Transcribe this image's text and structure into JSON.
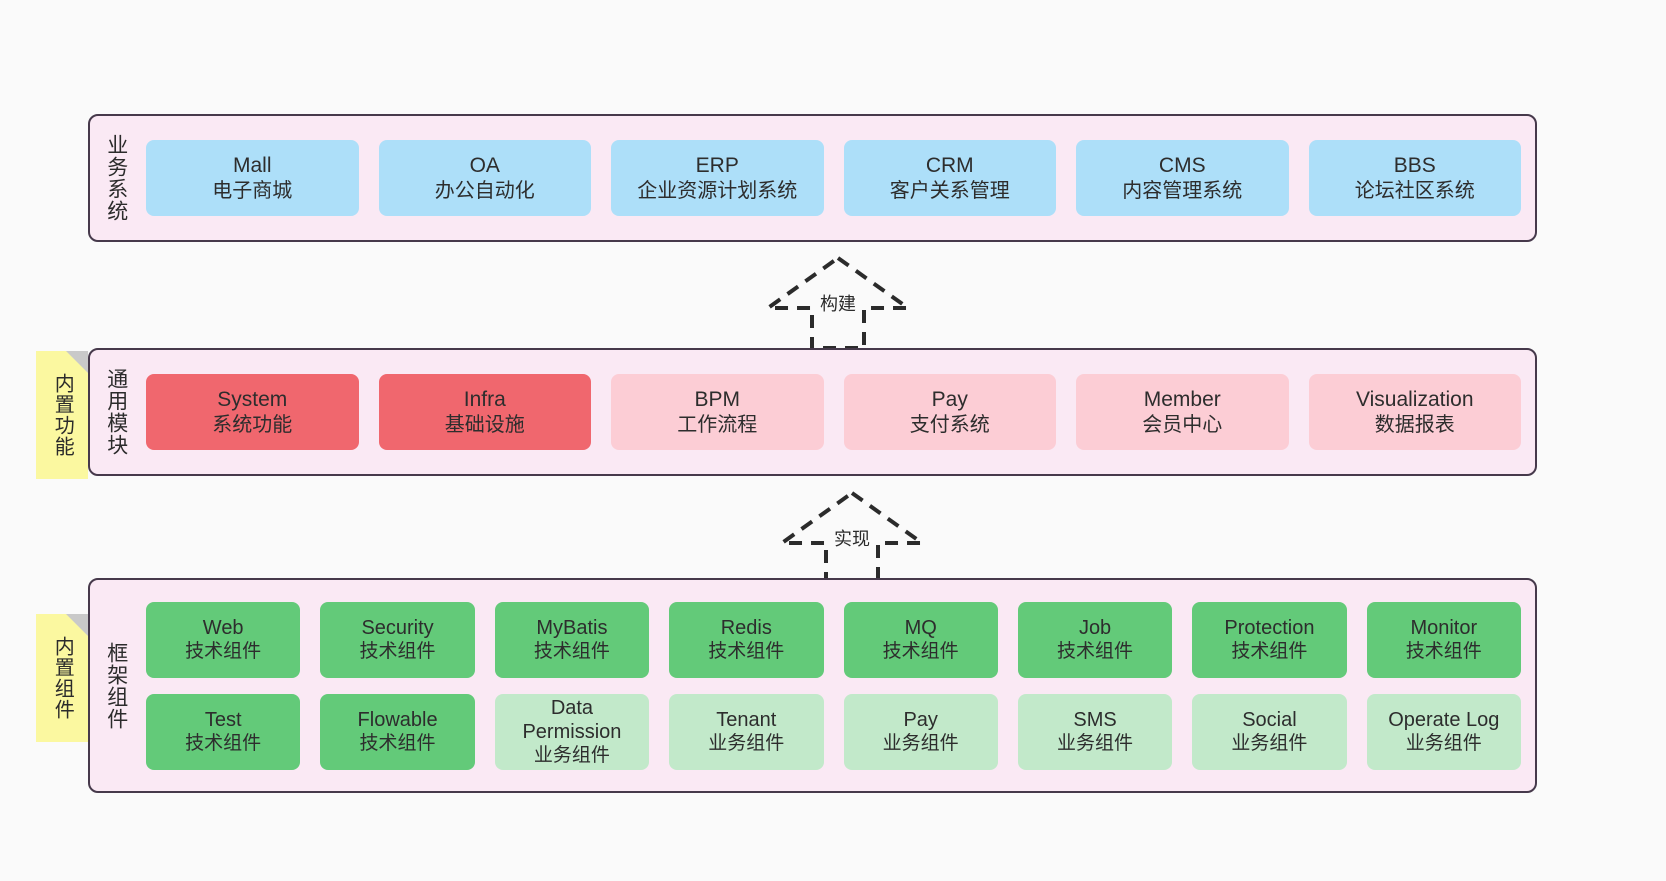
{
  "canvas": {
    "background": "#fafafa",
    "layer_fill": "#fae9f4",
    "layer_border": "#46394b",
    "note_fill": "#fbf8a0",
    "note_fold": "#c9c9c9"
  },
  "layers": [
    {
      "id": "business",
      "title": "业务系统",
      "note": null,
      "rows": [
        {
          "cells": [
            {
              "en": "Mall",
              "cn": "电子商城",
              "color": "#addff9"
            },
            {
              "en": "OA",
              "cn": "办公自动化",
              "color": "#addff9"
            },
            {
              "en": "ERP",
              "cn": "企业资源计划系统",
              "color": "#addff9"
            },
            {
              "en": "CRM",
              "cn": "客户关系管理",
              "color": "#addff9"
            },
            {
              "en": "CMS",
              "cn": "内容管理系统",
              "color": "#addff9"
            },
            {
              "en": "BBS",
              "cn": "论坛社区系统",
              "color": "#addff9"
            }
          ]
        }
      ]
    },
    {
      "id": "modules",
      "title": "通用模块",
      "note": "内置功能",
      "rows": [
        {
          "cells": [
            {
              "en": "System",
              "cn": "系统功能",
              "color": "#f0676e"
            },
            {
              "en": "Infra",
              "cn": "基础设施",
              "color": "#f0676e"
            },
            {
              "en": "BPM",
              "cn": "工作流程",
              "color": "#fccdd5"
            },
            {
              "en": "Pay",
              "cn": "支付系统",
              "color": "#fccdd5"
            },
            {
              "en": "Member",
              "cn": "会员中心",
              "color": "#fccdd5"
            },
            {
              "en": "Visualization",
              "cn": "数据报表",
              "color": "#fccdd5"
            }
          ]
        }
      ]
    },
    {
      "id": "framework",
      "title": "框架组件",
      "note": "内置组件",
      "rows": [
        {
          "cells": [
            {
              "en": "Web",
              "cn": "技术组件",
              "color": "#63ca79"
            },
            {
              "en": "Security",
              "cn": "技术组件",
              "color": "#63ca79"
            },
            {
              "en": "MyBatis",
              "cn": "技术组件",
              "color": "#63ca79"
            },
            {
              "en": "Redis",
              "cn": "技术组件",
              "color": "#63ca79"
            },
            {
              "en": "MQ",
              "cn": "技术组件",
              "color": "#63ca79"
            },
            {
              "en": "Job",
              "cn": "技术组件",
              "color": "#63ca79"
            },
            {
              "en": "Protection",
              "cn": "技术组件",
              "color": "#63ca79"
            },
            {
              "en": "Monitor",
              "cn": "技术组件",
              "color": "#63ca79"
            }
          ]
        },
        {
          "cells": [
            {
              "en": "Test",
              "cn": "技术组件",
              "color": "#63ca79"
            },
            {
              "en": "Flowable",
              "cn": "技术组件",
              "color": "#63ca79"
            },
            {
              "en": "Data Permission",
              "cn": "业务组件",
              "color": "#c2e9ca"
            },
            {
              "en": "Tenant",
              "cn": "业务组件",
              "color": "#c2e9ca"
            },
            {
              "en": "Pay",
              "cn": "业务组件",
              "color": "#c2e9ca"
            },
            {
              "en": "SMS",
              "cn": "业务组件",
              "color": "#c2e9ca"
            },
            {
              "en": "Social",
              "cn": "业务组件",
              "color": "#c2e9ca"
            },
            {
              "en": "Operate Log",
              "cn": "业务组件",
              "color": "#c2e9ca"
            }
          ]
        }
      ]
    }
  ],
  "connectors": [
    {
      "id": "build",
      "label": "构建",
      "style": "dashed-hollow-arrow-up"
    },
    {
      "id": "impl",
      "label": "实现",
      "style": "dashed-hollow-arrow-up"
    }
  ]
}
